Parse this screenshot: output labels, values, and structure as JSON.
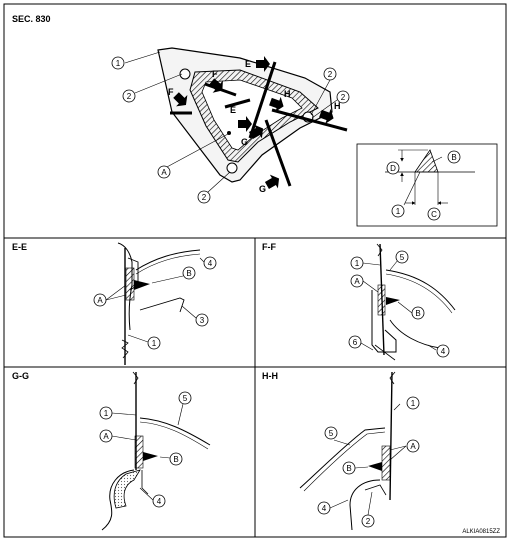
{
  "header": {
    "section": "SEC. 830"
  },
  "footer": {
    "figure_code": "ALKIA0815ZZ"
  },
  "overview": {
    "callouts": [
      "1",
      "2",
      "2",
      "2",
      "2",
      "A"
    ],
    "section_arrows": [
      "E",
      "E",
      "F",
      "F",
      "G",
      "G",
      "H",
      "H"
    ]
  },
  "detail": {
    "callouts": [
      "B",
      "D",
      "1",
      "C"
    ]
  },
  "panels": [
    {
      "title": "E-E",
      "callouts": [
        "4",
        "B",
        "A",
        "3",
        "1"
      ]
    },
    {
      "title": "F-F",
      "callouts": [
        "1",
        "5",
        "A",
        "B",
        "6",
        "4"
      ]
    },
    {
      "title": "G-G",
      "callouts": [
        "1",
        "5",
        "A",
        "B",
        "4"
      ]
    },
    {
      "title": "H-H",
      "callouts": [
        "1",
        "5",
        "A",
        "B",
        "4",
        "2"
      ]
    }
  ]
}
